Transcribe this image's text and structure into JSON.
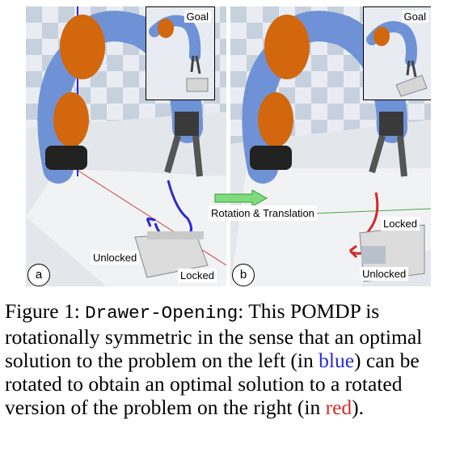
{
  "figure": {
    "panel_a": {
      "label": "a",
      "goal_label": "Goal",
      "unlocked_label": "Unlocked",
      "locked_label": "Locked"
    },
    "panel_b": {
      "label": "b",
      "goal_label": "Goal",
      "unlocked_label": "Unlocked",
      "locked_label": "Locked"
    },
    "transform_label": "Rotation & Translation"
  },
  "caption": {
    "prefix": "Figure 1: ",
    "name": "Drawer-Opening",
    "text1": ": This POMDP is rotationally symmetric in the sense that an optimal solution to the problem on the left (in ",
    "blue_word": "blue",
    "text2": ") can be rotated to obtain an optimal solution to a rotated version of the problem on the right (in ",
    "red_word": "red",
    "text3": ")."
  },
  "colors": {
    "blue": "#2a2ad4",
    "red": "#d42a2a",
    "arrow_green": "#7ddc7d"
  }
}
